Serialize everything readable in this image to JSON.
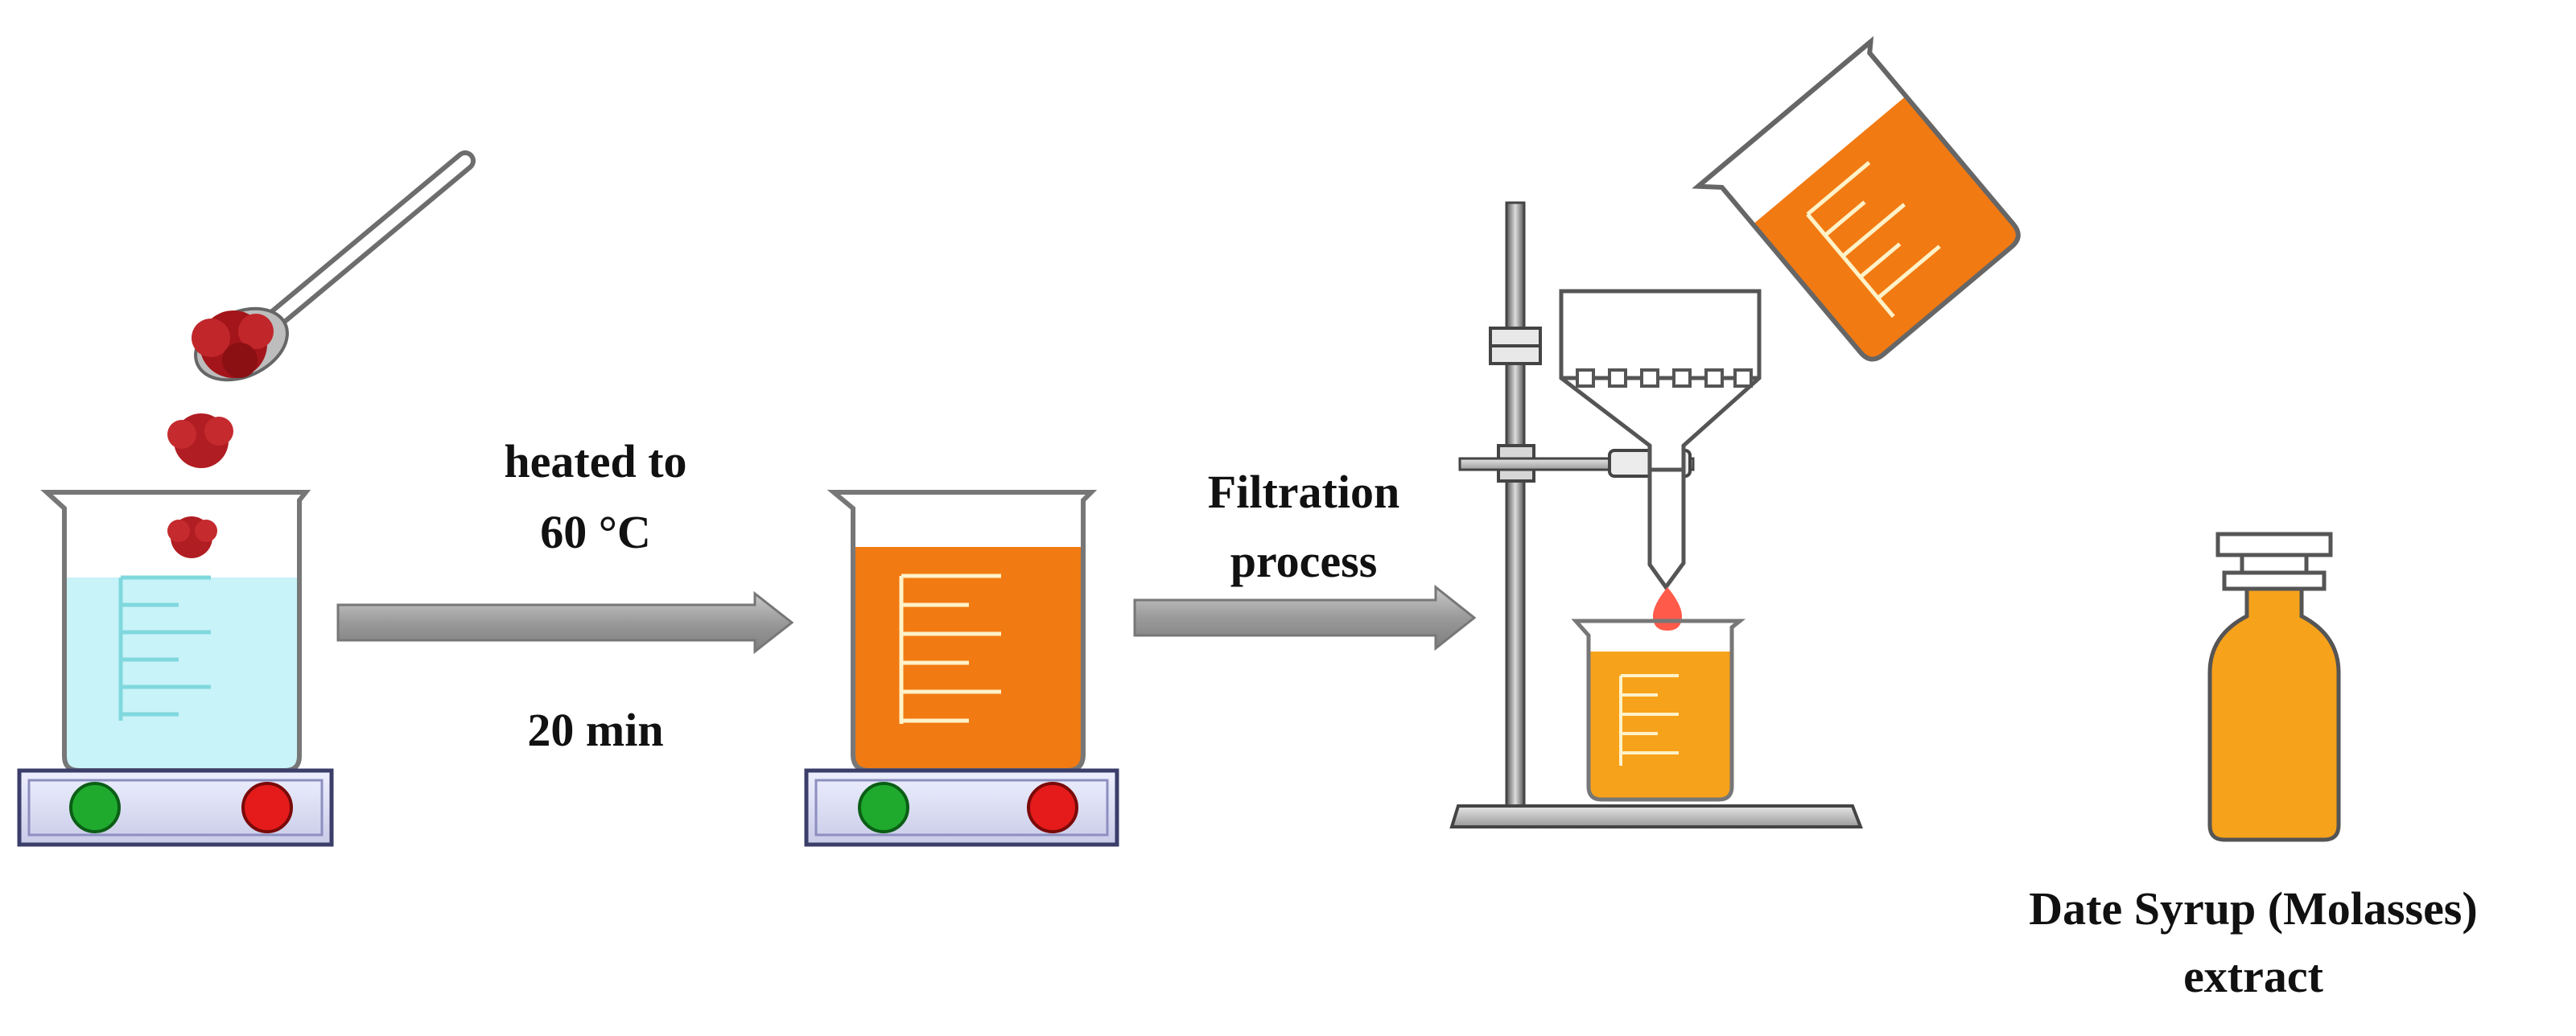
{
  "steps": {
    "heating": {
      "line1": "heated to",
      "line2": "60 °C",
      "duration": "20 min"
    },
    "filtration": {
      "line1": "Filtration",
      "line2": "process"
    },
    "product": {
      "line1": "Date Syrup (Molasses)",
      "line2": "extract"
    }
  },
  "colors": {
    "water": "#c8f3f8",
    "syrup": "#f27a12",
    "syrup_light": "#f7a21b",
    "bottle": "#f7a21b",
    "date_paste": "#9e1a1a",
    "knob_green": "#1faa2e",
    "knob_red": "#e51b1b",
    "arrow": "#9a9a9a",
    "droplet": "#ff5a4a"
  }
}
